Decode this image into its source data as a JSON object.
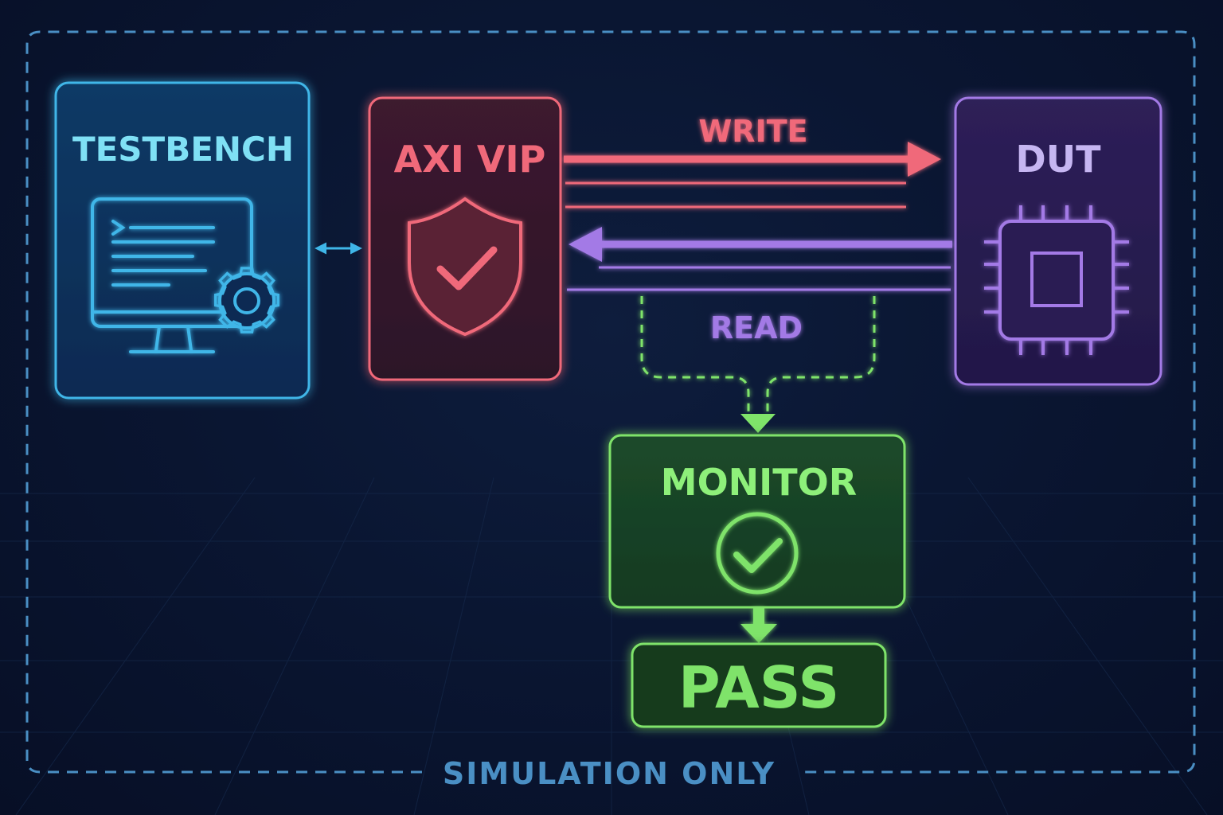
{
  "diagram": {
    "frame_label": "SIMULATION ONLY",
    "nodes": {
      "testbench": {
        "label": "TESTBENCH",
        "icon": "monitor-gear-icon"
      },
      "axi_vip": {
        "label": "AXI VIP",
        "icon": "shield-check-icon"
      },
      "dut": {
        "label": "DUT",
        "icon": "chip-icon"
      },
      "monitor": {
        "label": "MONITOR",
        "icon": "check-circle-icon"
      },
      "pass": {
        "label": "PASS"
      }
    },
    "edges": {
      "write": {
        "label": "WRITE"
      },
      "read": {
        "label": "READ"
      }
    },
    "colors": {
      "testbench": "#3fb6e8",
      "axi_vip": "#f0697a",
      "dut": "#a37ae6",
      "monitor": "#7fe36a",
      "frame": "#4a8fc4",
      "background": "#081430"
    }
  }
}
